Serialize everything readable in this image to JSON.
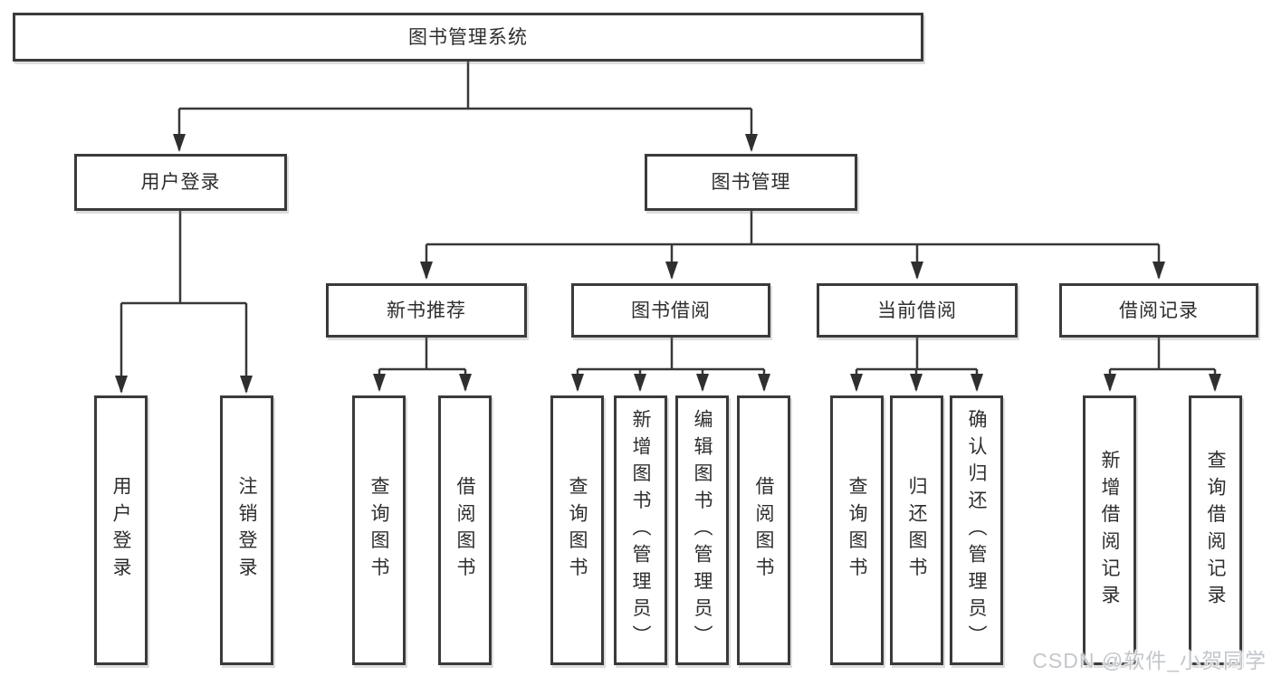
{
  "diagram": {
    "root": {
      "label": "图书管理系统"
    },
    "level2": [
      {
        "label": "用户登录"
      },
      {
        "label": "图书管理"
      }
    ],
    "user_login_children": [
      {
        "label": "用户登录"
      },
      {
        "label": "注销登录"
      }
    ],
    "book_management_children": [
      {
        "label": "新书推荐",
        "children": [
          {
            "label": "查询图书"
          },
          {
            "label": "借阅图书"
          }
        ]
      },
      {
        "label": "图书借阅",
        "children": [
          {
            "label": "查询图书"
          },
          {
            "label": "新增图书（管理员）"
          },
          {
            "label": "编辑图书（管理员）"
          },
          {
            "label": "借阅图书"
          }
        ]
      },
      {
        "label": "当前借阅",
        "children": [
          {
            "label": "查询图书"
          },
          {
            "label": "归还图书"
          },
          {
            "label": "确认归还（管理员）"
          }
        ]
      },
      {
        "label": "借阅记录",
        "children": [
          {
            "label": "新增借阅记录"
          },
          {
            "label": "查询借阅记录"
          }
        ]
      }
    ]
  },
  "watermark": {
    "text": "CSDN @软件_小贺同学"
  },
  "colors": {
    "line": "#383838",
    "arrow": "#2f2f2f",
    "box_border": "#3a3a3a",
    "box_fill": "#ffffff",
    "text": "#2e2e2e",
    "watermark": "#c3c7cb",
    "background": "#ffffff"
  }
}
